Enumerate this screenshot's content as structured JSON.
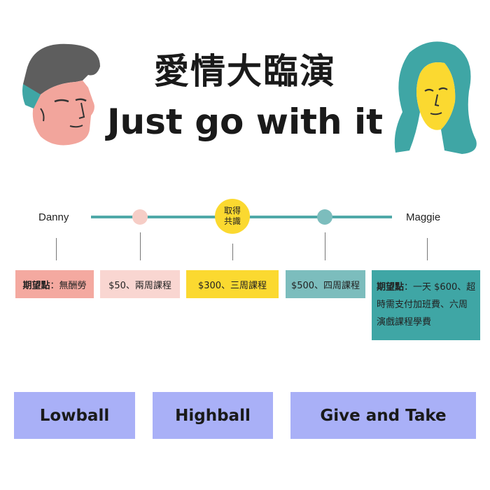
{
  "title": {
    "zh": "愛情大臨演",
    "en": "Just go with it"
  },
  "characters": {
    "left": {
      "name": "Danny",
      "icon": "man-face-icon"
    },
    "right": {
      "name": "Maggie",
      "icon": "woman-face-icon"
    }
  },
  "timeline": {
    "midpoint_label_line1": "取得",
    "midpoint_label_line2": "共識",
    "boxes": [
      {
        "label": "期望點",
        "text": "：無酬勞",
        "color": "#f4a9a0"
      },
      {
        "text": "$50、兩周課程",
        "color": "#f9d6d1"
      },
      {
        "text": "$300、三周課程",
        "color": "#fbd930"
      },
      {
        "text": "$500、四周課程",
        "color": "#7cbdbd"
      },
      {
        "label": "期望點",
        "text": "：一天 $600、超時需支付加班費、六周演戲課程學費",
        "color": "#3fa6a5"
      }
    ]
  },
  "strategies": [
    "Lowball",
    "Highball",
    "Give and Take"
  ],
  "colors": {
    "line": "#4fa9a8",
    "dot_pink": "#f6cdc6",
    "dot_yellow": "#fbd930",
    "dot_teal": "#7cbdbd",
    "strategy_bg": "#a9b0f7"
  }
}
